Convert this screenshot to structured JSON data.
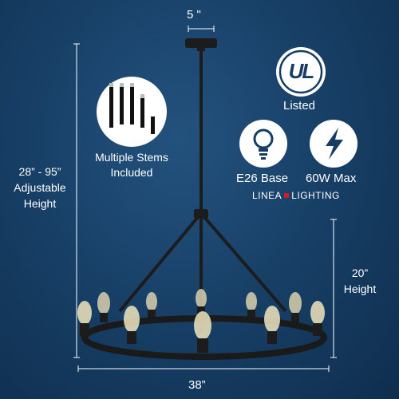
{
  "dimensions": {
    "canopy_width": "5 \"",
    "adjustable_height": "28” - 95” Adjustable Height",
    "fixture_height": "20” Height",
    "diameter": "38”"
  },
  "features": {
    "stems": "Multiple Stems Included",
    "certification_mark": "UL",
    "certification": "Listed",
    "socket": "E26 Base",
    "wattage": "60W Max"
  },
  "brand": {
    "left": "LINEA",
    "right": "LIGHTING"
  },
  "icons": [
    "stems-icon",
    "ul-badge-icon",
    "bulb-icon",
    "lightning-bolt-icon"
  ],
  "colors": {
    "background": "#163d63",
    "fixture": "#1c1c1c",
    "brand_square": "#d11a2a"
  }
}
